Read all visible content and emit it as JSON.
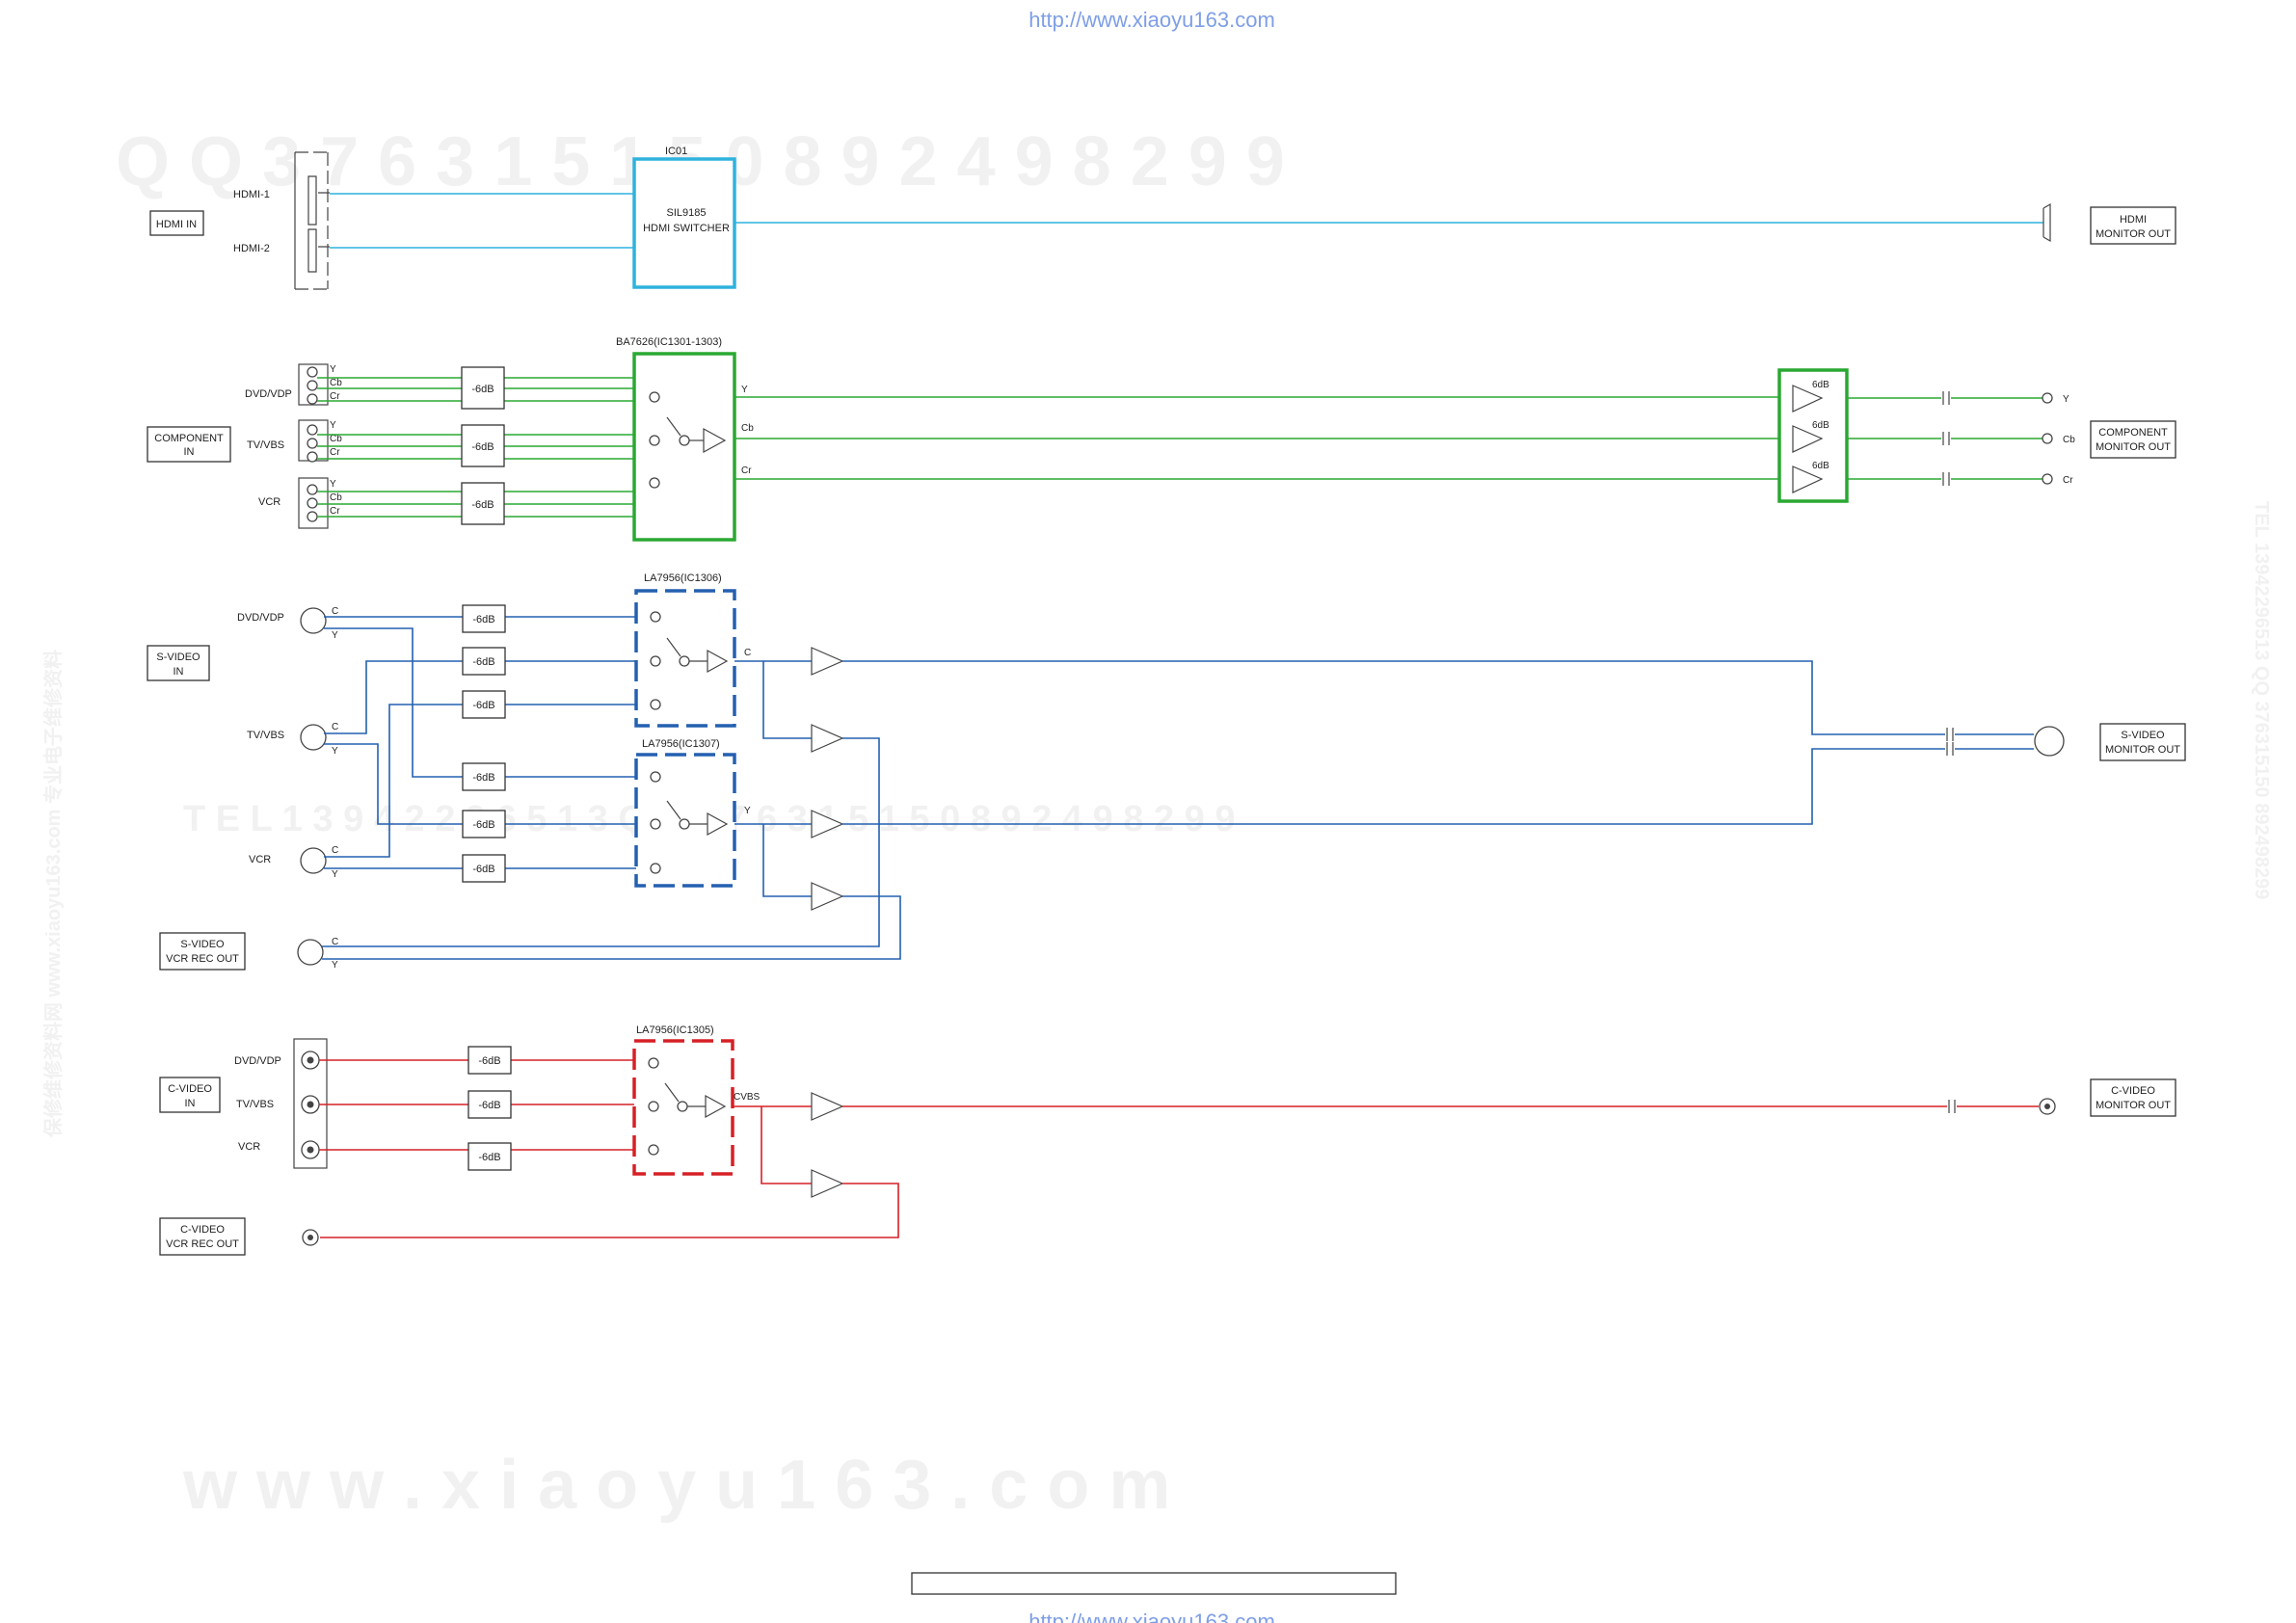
{
  "header_url": "http://www.xiaoyu163.com",
  "footer_url": "http://www.xiaoyu163.com",
  "watermark": {
    "line1": "Q Q 3 7 6 3 1 5 1 5 0        8 9 2 4 9 8 2 9 9",
    "line2": "T E L  1 3 9 4 2 2 9 6 5 1 3    Q Q  3 7 6 3 1 5 1 5 0    8 9 2 4 9 8 2 9 9",
    "line3": "w w w . x i a o y u 1 6 3 . c o m",
    "side_left": "保修维修资料网 www.xiaoyu163.com 专业电子维修资料",
    "side_right": "TEL 13942296513 QQ 376315150 892498299"
  },
  "hdmi": {
    "section_label": "HDMI IN",
    "inputs": [
      "HDMI-1",
      "HDMI-2"
    ],
    "ic_ref": "IC01",
    "ic_name": "SIL9185",
    "ic_desc": "HDMI SWITCHER",
    "out_line1": "HDMI",
    "out_line2": "MONITOR OUT"
  },
  "component": {
    "section_line1": "COMPONENT",
    "section_line2": "IN",
    "sources": [
      "DVD/VDP",
      "TV/VBS",
      "VCR"
    ],
    "pins": [
      "Y",
      "Cb",
      "Cr"
    ],
    "attenuator": "-6dB",
    "ic_ref": "BA7626(IC1301-1303)",
    "amp_gain": "6dB",
    "out_line1": "COMPONENT",
    "out_line2": "MONITOR OUT"
  },
  "svideo": {
    "section_line1": "S-VIDEO",
    "section_line2": "IN",
    "sources": [
      "DVD/VDP",
      "TV/VBS",
      "VCR"
    ],
    "pin_c": "C",
    "pin_y": "Y",
    "attenuator": "-6dB",
    "ic_c": "LA7956(IC1306)",
    "ic_y": "LA7956(IC1307)",
    "rec_line1": "S-VIDEO",
    "rec_line2": "VCR REC OUT",
    "out_line1": "S-VIDEO",
    "out_line2": "MONITOR OUT"
  },
  "cvideo": {
    "section_line1": "C-VIDEO",
    "section_line2": "IN",
    "sources": [
      "DVD/VDP",
      "TV/VBS",
      "VCR"
    ],
    "attenuator": "-6dB",
    "ic_ref": "LA7956(IC1305)",
    "cvbs": "CVBS",
    "rec_line1": "C-VIDEO",
    "rec_line2": "VCR REC OUT",
    "out_line1": "C-VIDEO",
    "out_line2": "MONITOR OUT"
  },
  "colors": {
    "hdmi": "#2fb2dd",
    "component": "#2aa832",
    "svideo": "#2460b0",
    "cvideo": "#d62026"
  }
}
